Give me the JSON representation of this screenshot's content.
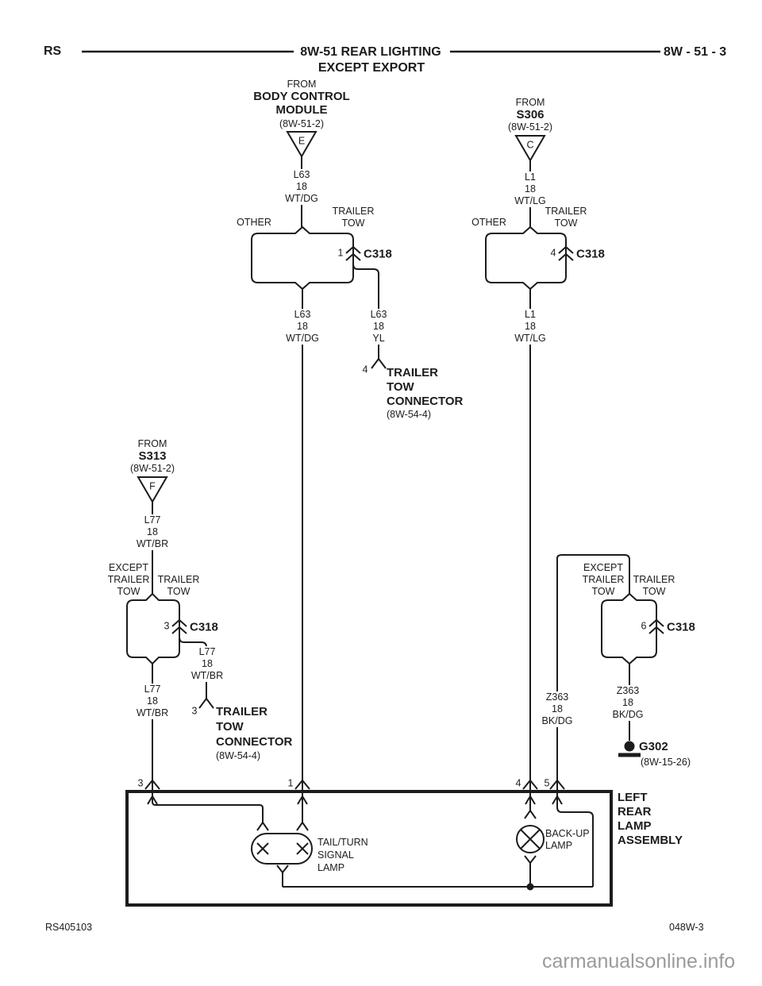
{
  "header": {
    "code": "RS",
    "title": "8W-51 REAR LIGHTING",
    "subtitle": "EXCEPT EXPORT",
    "page": "8W - 51 - 3"
  },
  "sources": {
    "bcm": {
      "from": "FROM",
      "name": "BODY CONTROL\nMODULE",
      "ref": "(8W-51-2)",
      "terminal": "E"
    },
    "s306": {
      "from": "FROM",
      "name": "S306",
      "ref": "(8W-51-2)",
      "terminal": "C"
    },
    "s313": {
      "from": "FROM",
      "name": "S313",
      "ref": "(8W-51-2)",
      "terminal": "F"
    }
  },
  "wire_labels": {
    "l63_top": "L63\n18\nWT/DG",
    "l63_main": "L63\n18\nWT/DG",
    "l63_yl": "L63\n18\nYL",
    "l1_top": "L1\n18\nWT/LG",
    "l1_main": "L1\n18\nWT/LG",
    "l77_top": "L77\n18\nWT/BR",
    "l77_branch": "L77\n18\nWT/BR",
    "l77_main": "L77\n18\nWT/BR",
    "z363_pin5": "Z363\n18\nBK/DG",
    "z363_ground": "Z363\n18\nBK/DG"
  },
  "branch_labels": {
    "bcm_left": "OTHER",
    "bcm_right": "TRAILER\nTOW",
    "s306_left": "OTHER",
    "s306_right": "TRAILER\nTOW",
    "s313_left": "EXCEPT\nTRAILER\nTOW",
    "s313_right": "TRAILER\nTOW",
    "ground_left": "EXCEPT\nTRAILER\nTOW",
    "ground_right": "TRAILER\nTOW"
  },
  "connectors": {
    "c318_bcm": {
      "pin": "1",
      "name": "C318"
    },
    "c318_s306": {
      "pin": "4",
      "name": "C318"
    },
    "c318_s313": {
      "pin": "3",
      "name": "C318"
    },
    "c318_ground": {
      "pin": "6",
      "name": "C318"
    },
    "ttc_top": {
      "pin": "4",
      "name": "TRAILER\nTOW\nCONNECTOR",
      "ref": "(8W-54-4)"
    },
    "ttc_left": {
      "pin": "3",
      "name": "TRAILER\nTOW\nCONNECTOR",
      "ref": "(8W-54-4)"
    },
    "g302": {
      "name": "G302",
      "ref": "(8W-15-26)"
    }
  },
  "lamp_assembly": {
    "name": "LEFT\nREAR\nLAMP\nASSEMBLY",
    "pins": {
      "p3": "3",
      "p1": "1",
      "p4": "4",
      "p5": "5"
    },
    "tail_turn_lamp": "TAIL/TURN\nSIGNAL\nLAMP",
    "backup_lamp": "BACK-UP\nLAMP"
  },
  "footer": {
    "left": "RS405103",
    "right": "048W-3",
    "watermark": "carmanualsonline.info"
  },
  "colors": {
    "ink": "#1c1c1c",
    "watermark": "#9b9b9b"
  }
}
